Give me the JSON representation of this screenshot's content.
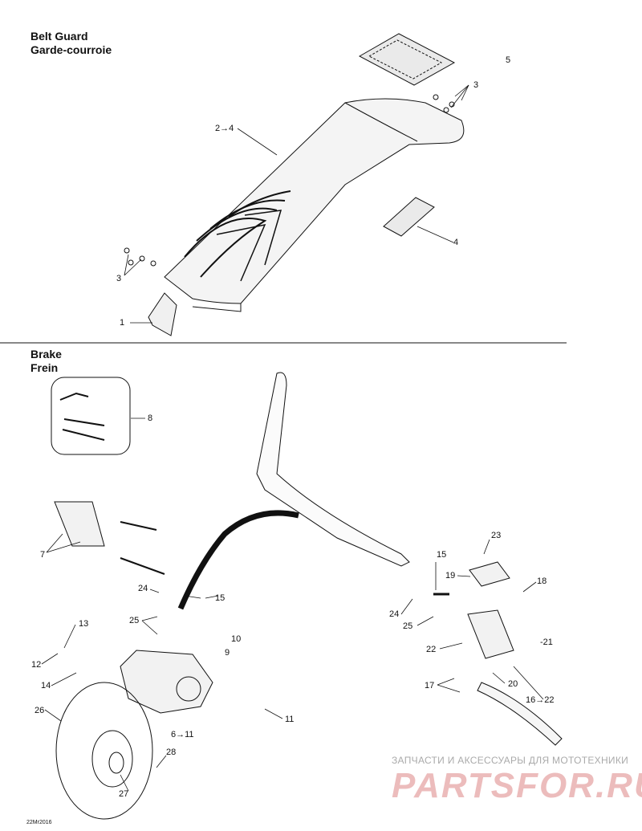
{
  "sections": {
    "belt_guard": {
      "title_en": "Belt Guard",
      "title_fr": "Garde-courroie"
    },
    "brake": {
      "title_en": "Brake",
      "title_fr": "Frein"
    }
  },
  "callouts": {
    "c5": "5",
    "c3a": "3",
    "c2to4": "2→4",
    "c4": "4",
    "c3b": "3",
    "c1": "1",
    "c8": "8",
    "c7": "7",
    "c15a": "15",
    "c24a": "24",
    "c25a": "25",
    "c13": "13",
    "c10": "10",
    "c9": "9",
    "c12": "12",
    "c14": "14",
    "c26": "26",
    "c11": "11",
    "c6to11": "6→11",
    "c28": "28",
    "c27": "27",
    "c23": "23",
    "c15b": "15",
    "c19": "19",
    "c18": "18",
    "c24b": "24",
    "c25b": "25",
    "c21": "-21",
    "c22": "22",
    "c20": "20",
    "c17": "17",
    "c16to22": "16→22"
  },
  "watermark": {
    "line1": "ЗАПЧАСТИ И АКСЕССУАРЫ ДЛЯ МОТОТЕХНИКИ",
    "line2": "PARTSFOR.RU"
  },
  "stamp": "22Mr2016",
  "colors": {
    "ink": "#111111",
    "watermark": "#ecbcbc",
    "watermark_text": "#aaaaaa"
  }
}
